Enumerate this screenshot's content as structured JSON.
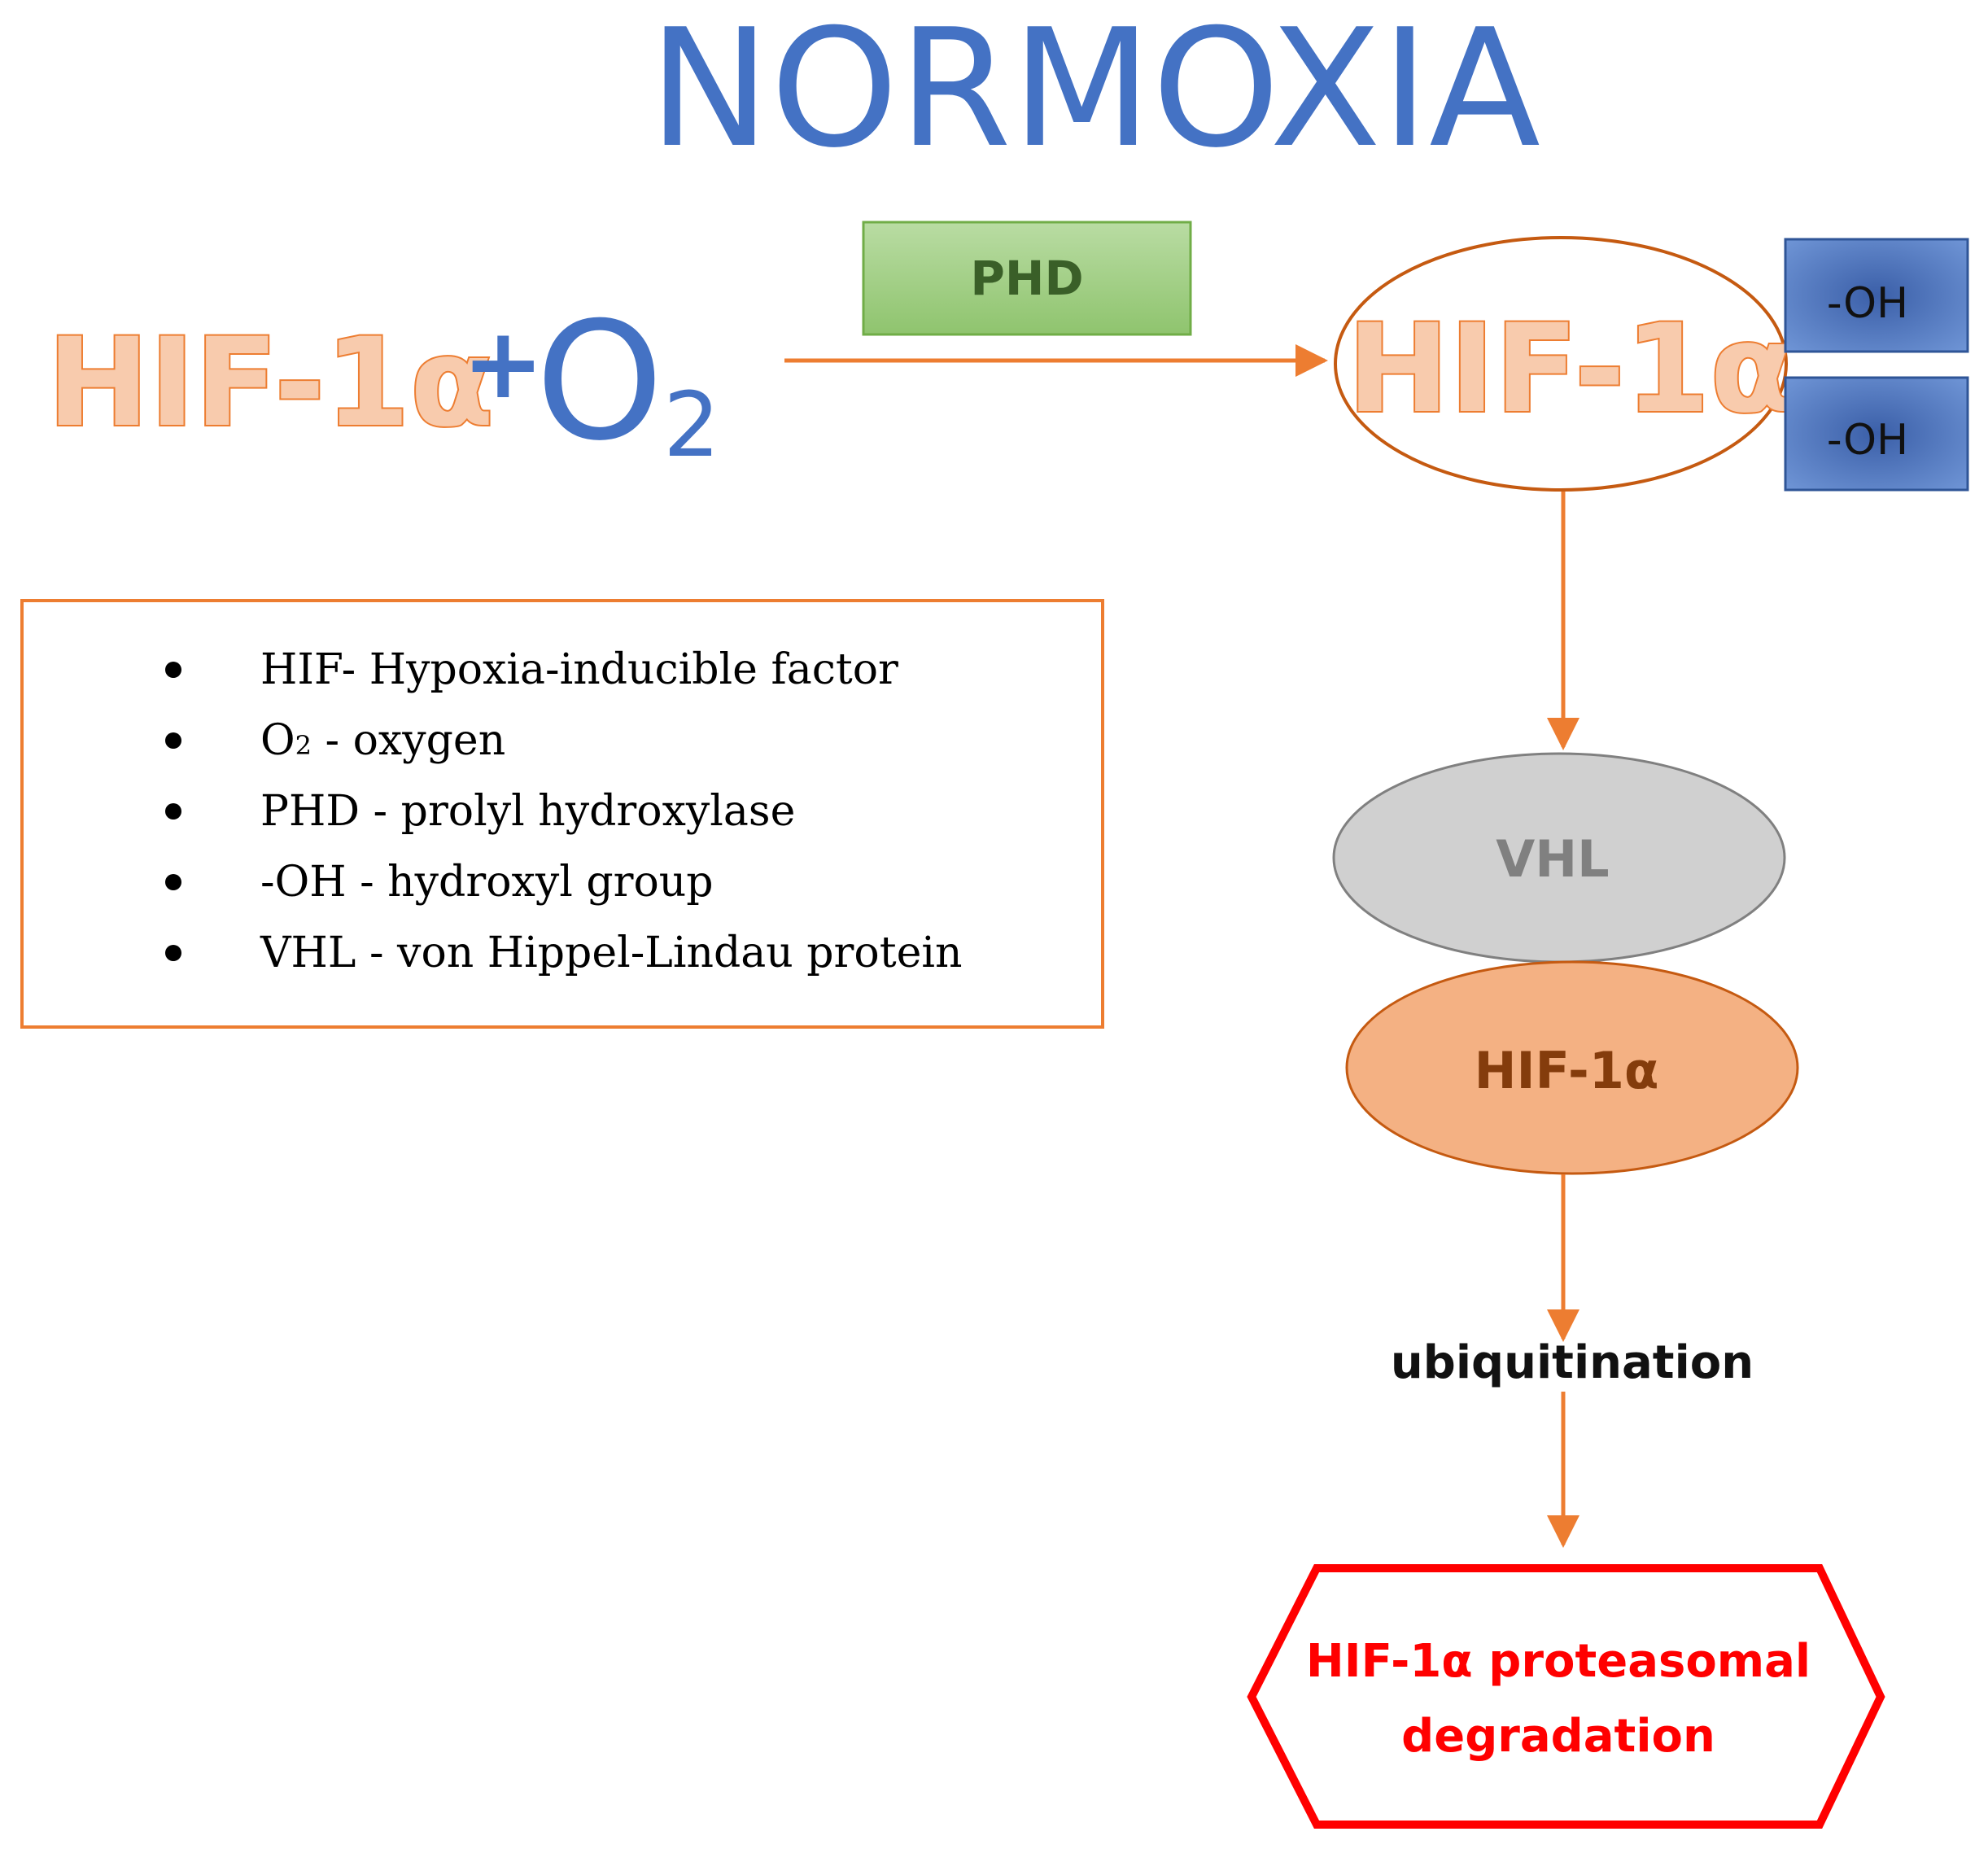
{
  "title": "NORMOXIA",
  "reaction": {
    "reactant_protein": "HIF-1α",
    "plus": "+",
    "oxygen_base": "O",
    "oxygen_sub": "2",
    "enzyme": "PHD",
    "product_protein": "HIF-1α",
    "hydroxyl_1": "-OH",
    "hydroxyl_2": "-OH"
  },
  "complex": {
    "vhl": "VHL",
    "hif": "HIF-1α"
  },
  "process_label": "ubiquitination",
  "outcome": {
    "line1": "HIF-1α proteasomal",
    "line2": "degradation"
  },
  "legend": {
    "items": [
      {
        "text": "HIF- Hypoxia-inducible factor"
      },
      {
        "pre": "O",
        "sub": "2",
        "post": " - oxygen"
      },
      {
        "text": "PHD - prolyl hydroxylase"
      },
      {
        "text": "-OH - hydroxyl group"
      },
      {
        "text": "VHL - von Hippel-Lindau protein"
      }
    ]
  },
  "colors": {
    "title_blue": "#4472c4",
    "hif_fill": "#f8cbad",
    "hif_stroke": "#ed7d31",
    "phd_green": "#a9d18e",
    "oh_blue": "#4472c4",
    "vhl_grey": "#d0d0d0",
    "degradation_red": "#ff0000"
  }
}
